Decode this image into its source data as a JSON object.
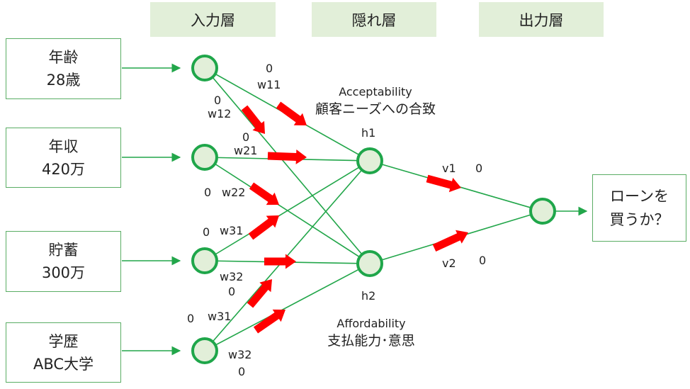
{
  "layers": {
    "input": "入力層",
    "hidden": "隠れ層",
    "output": "出力層"
  },
  "inputs": [
    {
      "name": "年齢",
      "value": "28歳"
    },
    {
      "name": "年収",
      "value": "420万"
    },
    {
      "name": "貯蓄",
      "value": "300万"
    },
    {
      "name": "学歴",
      "value": "ABC大学"
    }
  ],
  "output": {
    "line1": "ローンを",
    "line2": "買うか？"
  },
  "hidden_nodes": {
    "h1": "h1",
    "h2": "h2"
  },
  "hidden_captions": {
    "h1_en": "Acceptability",
    "h1_ja": "顧客ニーズへの合致",
    "h2_en": "Affordability",
    "h2_ja": "支払能力･意思"
  },
  "weights": {
    "w11": {
      "label": "w11",
      "value": "0"
    },
    "w12": {
      "label": "w12",
      "value": "0"
    },
    "w21": {
      "label": "w21",
      "value": "0"
    },
    "w22": {
      "label": "w22",
      "value": "0"
    },
    "w31a": {
      "label": "w31",
      "value": "0"
    },
    "w32a": {
      "label": "w32",
      "value": "0"
    },
    "w31b": {
      "label": "w31",
      "value": "0"
    },
    "w32b": {
      "label": "w32",
      "value": "0"
    },
    "v1": {
      "label": "v1",
      "value": "0"
    },
    "v2": {
      "label": "v2",
      "value": "0"
    }
  },
  "colors": {
    "edge": "#22a64a",
    "node_fill": "#e2efd9",
    "node_stroke": "#1fa64a",
    "arrow": "#ff0000",
    "header_bg": "#e2efd9"
  }
}
